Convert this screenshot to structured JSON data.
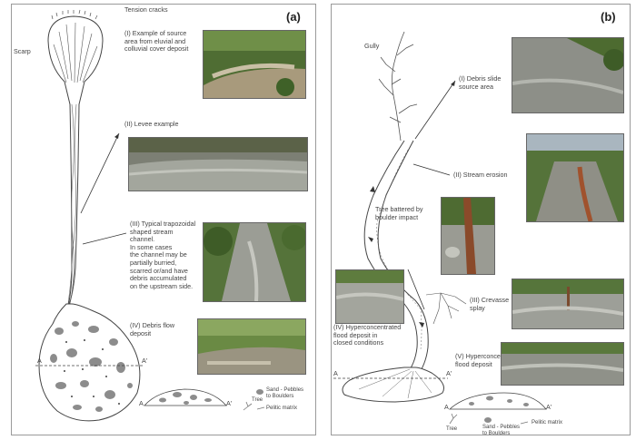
{
  "panel_a": {
    "letter": "(a)",
    "top_labels": {
      "tension_cracks": "Tension cracks",
      "scarp": "Scarp"
    },
    "callouts": [
      "(I) Example of source\narea from eluvial and\ncolluvial cover deposit",
      "(II) Levee example",
      "(III) Typical trapozoidal\nshaped stream\nchannel.\nIn some cases\nthe channel may be\npartially burried,\nscarred or/and have\ndebris accumulated\non the upstream side.",
      "(IV) Debris flow\ndeposit"
    ],
    "section_marks": {
      "a": "A",
      "a_prime": "A'"
    },
    "legend": {
      "sand": "Sand - Pebbles\nto Boulders",
      "tree": "Tree",
      "matrix": "Pelitic matrix"
    }
  },
  "panel_b": {
    "letter": "(b)",
    "top_labels": {
      "gully": "Gully"
    },
    "callouts": [
      "(I) Debris slide\nsource area",
      "(II) Stream erosion",
      "Tree battered by\nboulder impact",
      "(III) Crevasse\nsplay",
      "(IV) Hyperconcentrated\nflood deposit in\nclosed conditions",
      "(V) Hyperconcentrated\nflood deposit"
    ],
    "section_marks": {
      "a": "A",
      "a_prime": "A'"
    },
    "legend": {
      "tree": "Tree",
      "sand": "Sand - Pebbles\nto Boulders",
      "matrix": "Pelitic matrix"
    }
  },
  "colors": {
    "photo_green": "#5f7d3c",
    "photo_grey": "#9a9c96",
    "line": "#444444"
  }
}
